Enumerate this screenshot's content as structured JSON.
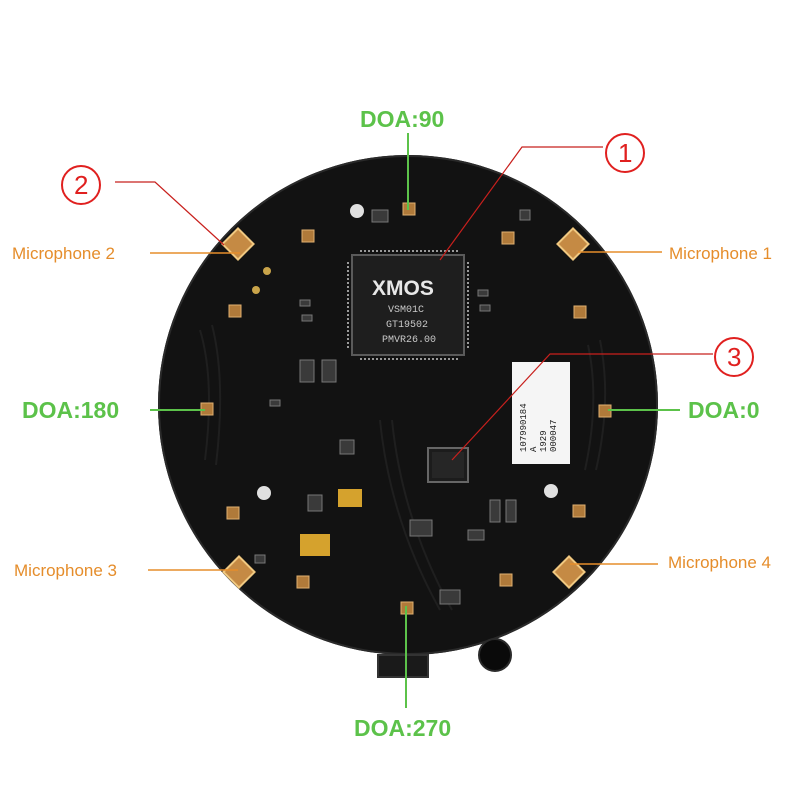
{
  "doa_labels": {
    "top": "DOA:90",
    "right": "DOA:0",
    "left": "DOA:180",
    "bottom": "DOA:270"
  },
  "microphone_labels": {
    "mic1": "Microphone 1",
    "mic2": "Microphone 2",
    "mic3": "Microphone 3",
    "mic4": "Microphone 4"
  },
  "callouts": {
    "one": "1",
    "two": "2",
    "three": "3"
  },
  "board": {
    "main_chip": {
      "logo": "XMOS",
      "line1": "VSM01C",
      "line2": "GT19502",
      "line3": "PMVR26.00"
    },
    "sticker": {
      "line1": "107990184",
      "line2": "A",
      "line3": "1929",
      "line4": "000047"
    }
  },
  "colors": {
    "doa_green": "#5cc24a",
    "mic_orange": "#e58d2b",
    "callout_red": "#e0201f",
    "board_black": "#111111"
  }
}
